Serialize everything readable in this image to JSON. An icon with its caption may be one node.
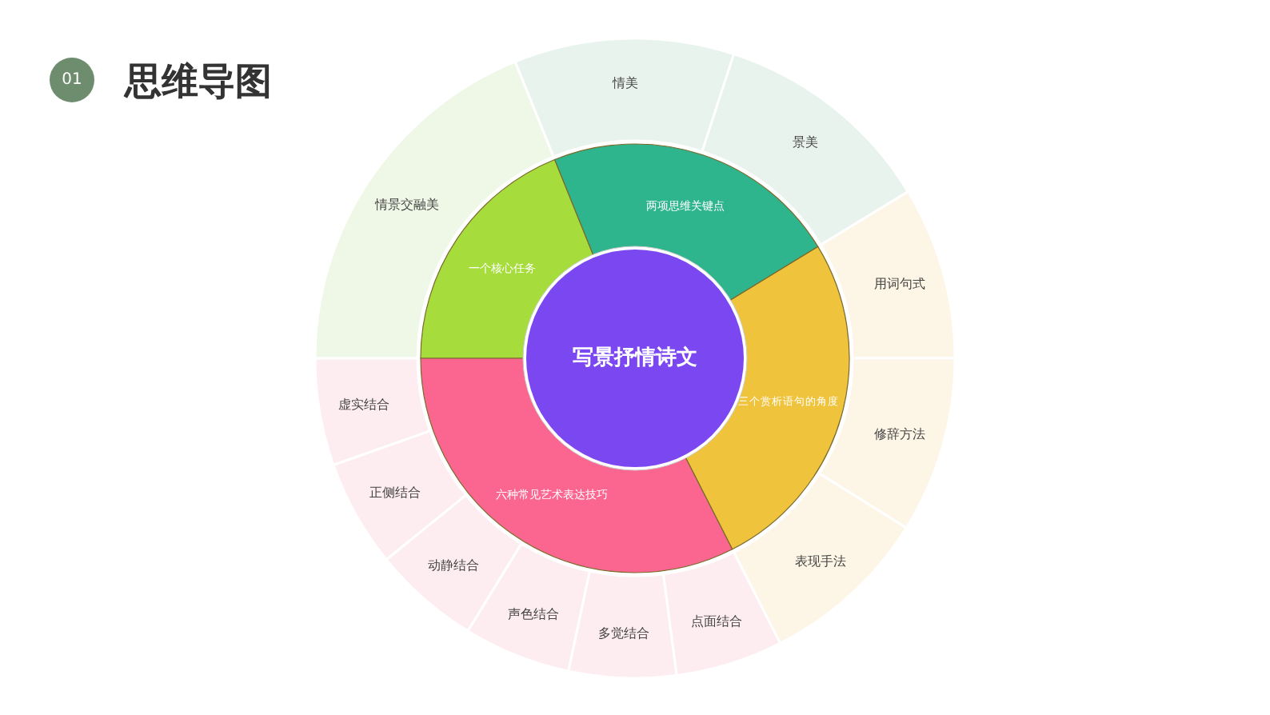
{
  "diagram": {
    "title": "思维导图",
    "nodes": [
      {
        "text": [
          "写景抒情诗文"
        ]
      },
      {
        "text": [
          "一个核心任务"
        ]
      },
      {
        "text": [
          "两项思维关键点"
        ]
      },
      {
        "text": [
          "三个赏析语句的角度"
        ]
      },
      {
        "text": [
          "六种常见艺术表达技巧"
        ]
      },
      {
        "text": [
          "情景交融美"
        ]
      },
      {
        "text": [
          "情美"
        ]
      },
      {
        "text": [
          "景美"
        ]
      },
      {
        "text": [
          "用词句式"
        ]
      },
      {
        "text": [
          "修辞方法"
        ]
      },
      {
        "text": [
          "表现手法"
        ]
      },
      {
        "text": [
          "虚实结合"
        ]
      },
      {
        "text": [
          "正侧结合"
        ]
      },
      {
        "text": [
          "动静结合"
        ]
      },
      {
        "text": [
          "声色结合"
        ]
      },
      {
        "text": [
          "多觉结合"
        ]
      },
      {
        "text": [
          "点面结合"
        ]
      }
    ],
    "edges": [],
    "labels": [
      "01"
    ]
  }
}
